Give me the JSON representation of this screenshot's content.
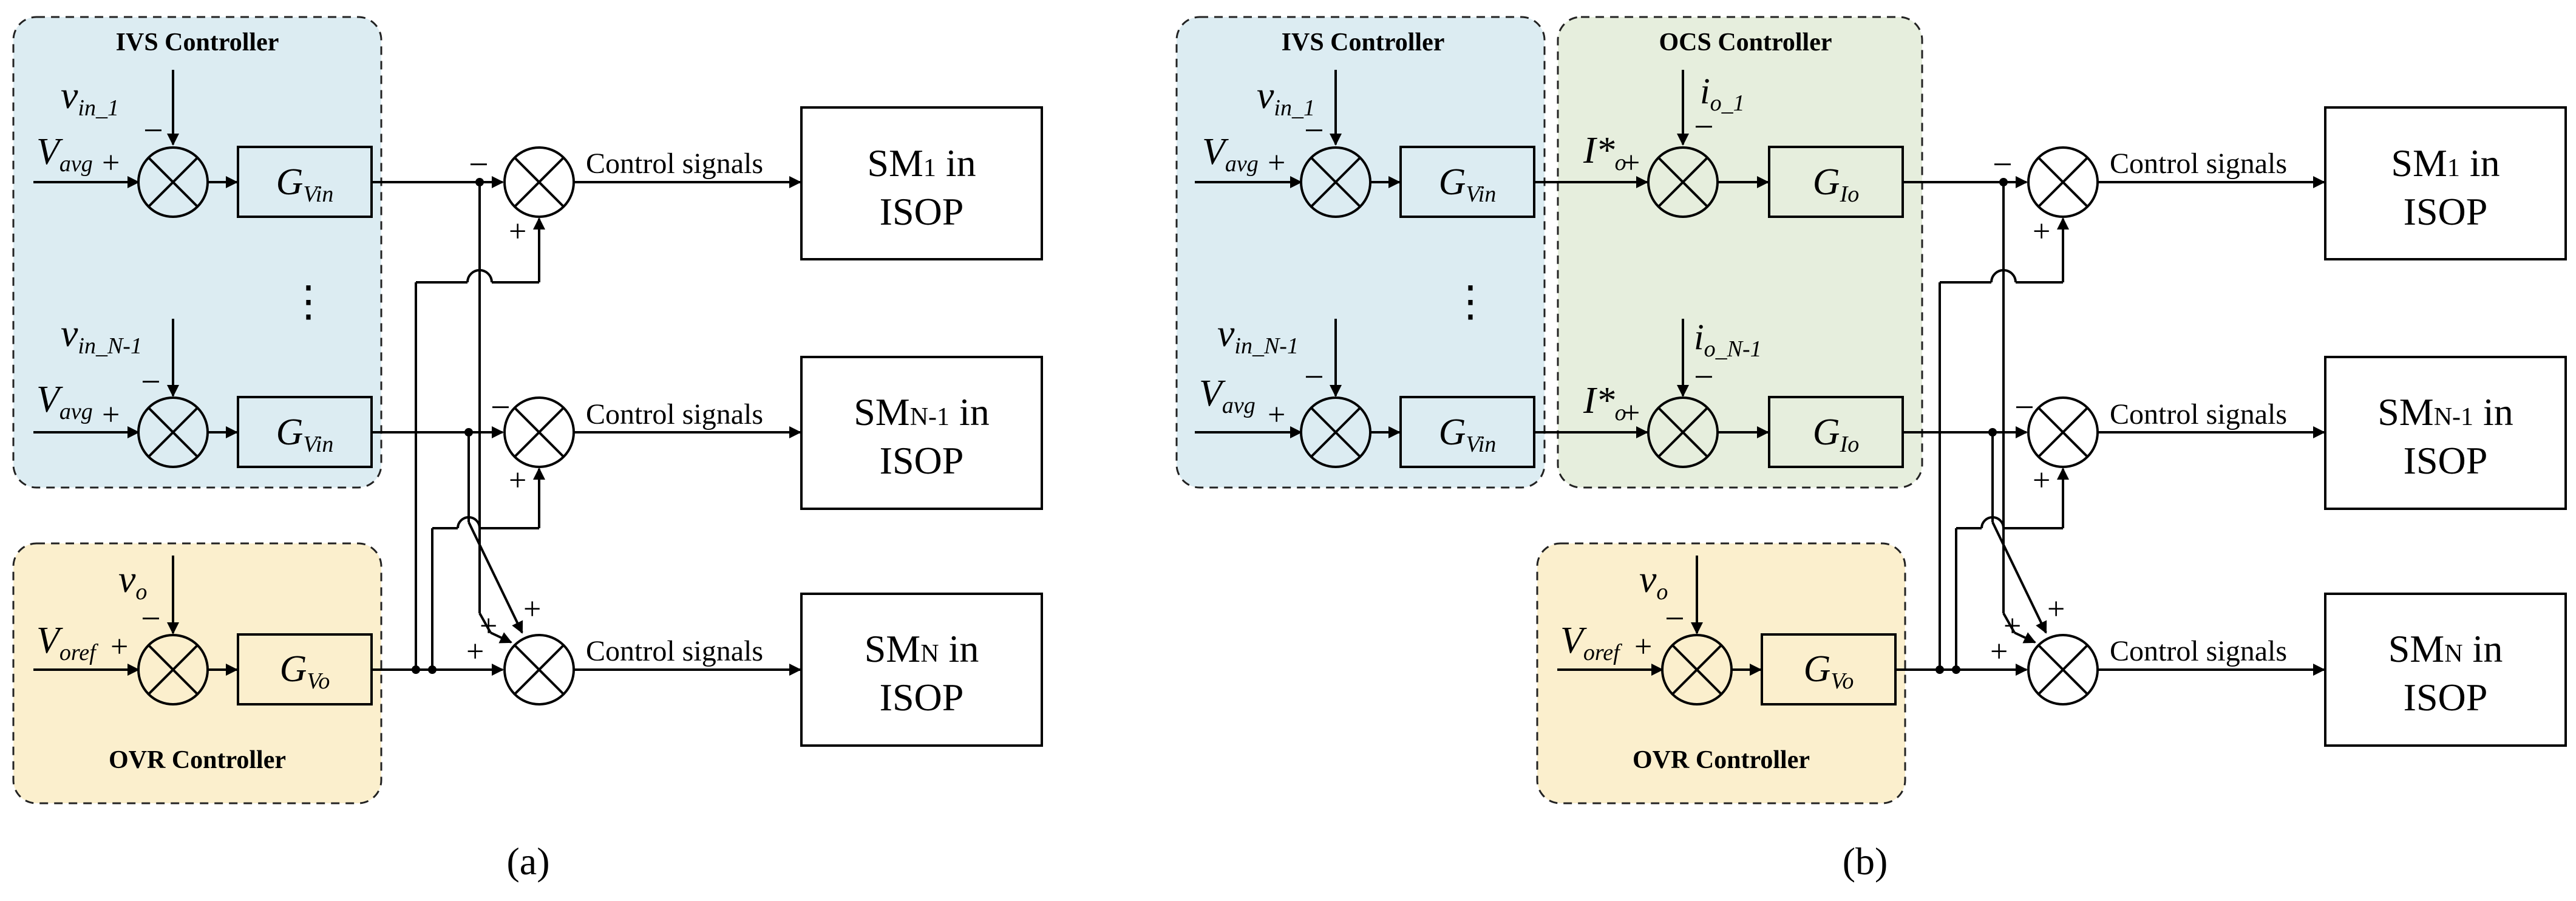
{
  "colors": {
    "ivs_region": "#dcecf2",
    "ocs_region": "#e6eedd",
    "ovr_region": "#fbefcd",
    "stroke": "#000000"
  },
  "panel_a": {
    "caption": "(a)",
    "ivs_title": "IVS Controller",
    "ovr_title": "OVR Controller",
    "vin1": {
      "base": "v",
      "sub": "in_1"
    },
    "vinN1": {
      "base": "v",
      "sub": "in_N-1"
    },
    "vavg1": {
      "base": "V",
      "sub": "avg"
    },
    "vavg2": {
      "base": "V",
      "sub": "avg"
    },
    "gvin1": {
      "base": "G",
      "sub": "Vin"
    },
    "gvin2": {
      "base": "G",
      "sub": "Vin"
    },
    "vo": {
      "base": "v",
      "sub": "o"
    },
    "voref": {
      "base": "V",
      "sub": "oref"
    },
    "gvo": {
      "base": "G",
      "sub": "Vo"
    },
    "dots": "⋮",
    "cs1": "Control signals",
    "cs2": "Control signals",
    "cs3": "Control signals",
    "sm1": {
      "l1a": "SM",
      "l1sub": "1",
      "l1b": " in",
      "l2": "ISOP"
    },
    "smN1": {
      "l1a": "SM",
      "l1sub": "N-1",
      "l1b": " in",
      "l2": "ISOP"
    },
    "smN": {
      "l1a": "SM",
      "l1sub": "N",
      "l1b": " in",
      "l2": "ISOP"
    }
  },
  "panel_b": {
    "caption": "(b)",
    "ivs_title": "IVS Controller",
    "ocs_title": "OCS Controller",
    "ovr_title": "OVR Controller",
    "vin1": {
      "base": "v",
      "sub": "in_1"
    },
    "vinN1": {
      "base": "v",
      "sub": "in_N-1"
    },
    "vavg1": {
      "base": "V",
      "sub": "avg"
    },
    "vavg2": {
      "base": "V",
      "sub": "avg"
    },
    "gvin1": {
      "base": "G",
      "sub": "Vin"
    },
    "gvin2": {
      "base": "G",
      "sub": "Vin"
    },
    "io1": {
      "base": "i",
      "sub": "o_1"
    },
    "ioN1": {
      "base": "i",
      "sub": "o_N-1"
    },
    "iref1": {
      "base": "I*",
      "sub": "o"
    },
    "iref2": {
      "base": "I*",
      "sub": "o"
    },
    "gio1": {
      "base": "G",
      "sub": "Io"
    },
    "gio2": {
      "base": "G",
      "sub": "Io"
    },
    "vo": {
      "base": "v",
      "sub": "o"
    },
    "voref": {
      "base": "V",
      "sub": "oref"
    },
    "gvo": {
      "base": "G",
      "sub": "Vo"
    },
    "dots": "⋮",
    "cs1": "Control signals",
    "cs2": "Control signals",
    "cs3": "Control signals",
    "sm1": {
      "l1a": "SM",
      "l1sub": "1",
      "l1b": " in",
      "l2": "ISOP"
    },
    "smN1": {
      "l1a": "SM",
      "l1sub": "N-1",
      "l1b": " in",
      "l2": "ISOP"
    },
    "smN": {
      "l1a": "SM",
      "l1sub": "N",
      "l1b": " in",
      "l2": "ISOP"
    }
  },
  "signs": {
    "plus": "+",
    "minus": "−"
  }
}
